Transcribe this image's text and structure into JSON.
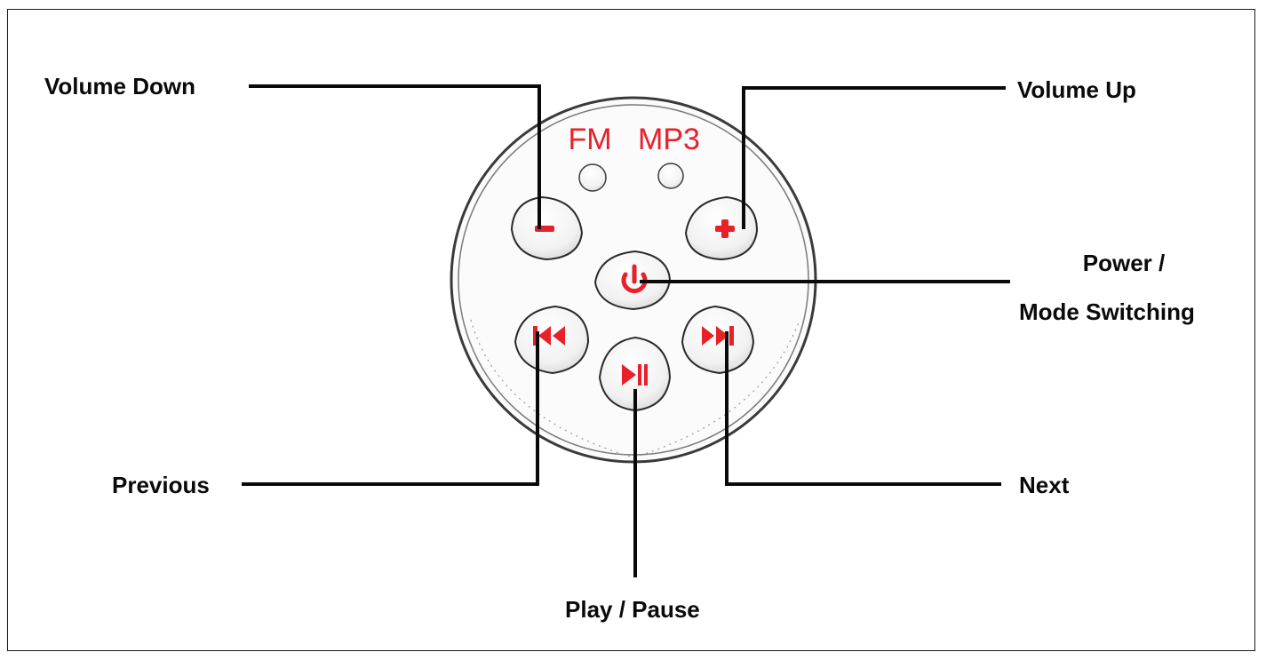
{
  "remote": {
    "mode_labels": {
      "fm": "FM",
      "mp3": "MP3"
    },
    "accent_color": "#e8202a"
  },
  "callouts": {
    "volume_down": "Volume Down",
    "volume_up": "Volume Up",
    "power_line1": "Power /",
    "power_line2": "Mode Switching",
    "previous": "Previous",
    "next": "Next",
    "play_pause": "Play / Pause"
  },
  "icons": {
    "volume_down": "minus-icon",
    "volume_up": "plus-icon",
    "power": "power-icon",
    "previous": "skip-previous-icon",
    "next": "skip-next-icon",
    "play_pause": "play-pause-icon"
  }
}
